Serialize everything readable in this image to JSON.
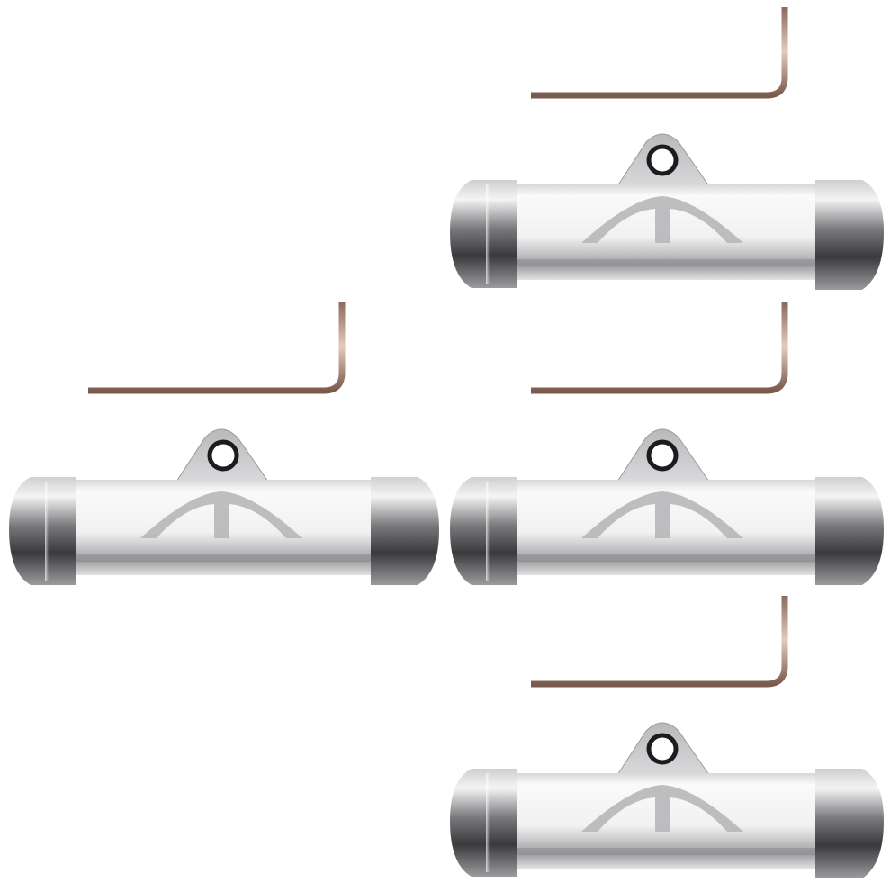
{
  "scene": {
    "background": "#ffffff",
    "items": [
      {
        "name": "tax-disc-holder",
        "count": 4
      },
      {
        "name": "allen-key",
        "count": 4
      }
    ]
  },
  "colors": {
    "chrome_light": "#e9e9ea",
    "chrome_mid": "#a8a8aa",
    "chrome_dark": "#3b3b3e",
    "glass": "#f3f3f4",
    "key_copper": "#c9a899"
  }
}
